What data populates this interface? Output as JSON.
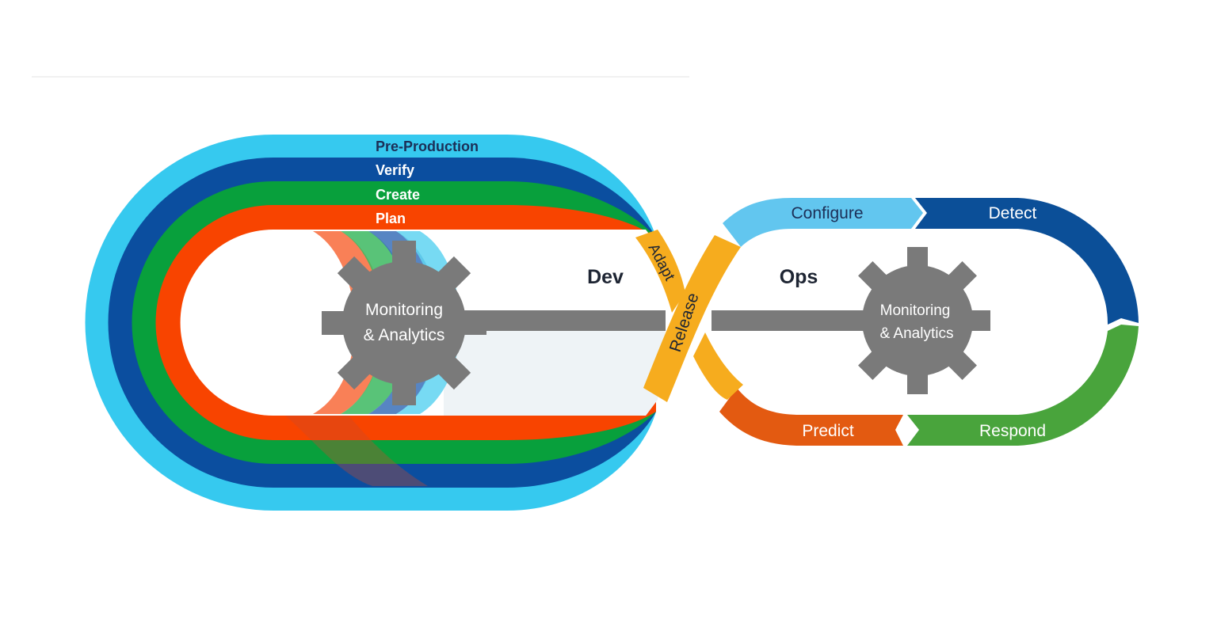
{
  "dev_loop": {
    "band_labels": {
      "pre_production": "Pre-Production",
      "verify": "Verify",
      "create": "Create",
      "plan": "Plan"
    },
    "title": "Dev",
    "gear_line1": "Monitoring",
    "gear_line2": "& Analytics"
  },
  "crossing": {
    "adapt": "Adapt",
    "release": "Release"
  },
  "ops_loop": {
    "title": "Ops",
    "stages": {
      "configure": "Configure",
      "detect": "Detect",
      "respond": "Respond",
      "predict": "Predict"
    },
    "gear_line1": "Monitoring",
    "gear_line2": "& Analytics"
  },
  "colors": {
    "pre_production": "#36c9ef",
    "verify": "#0b4e9f",
    "create": "#08a03c",
    "plan": "#f84400",
    "adapt_release": "#f6ac1e",
    "configure": "#62c6ef",
    "detect": "#0b4f98",
    "respond": "#49a43c",
    "predict": "#e35a11",
    "gear": "#7a7a7a"
  }
}
